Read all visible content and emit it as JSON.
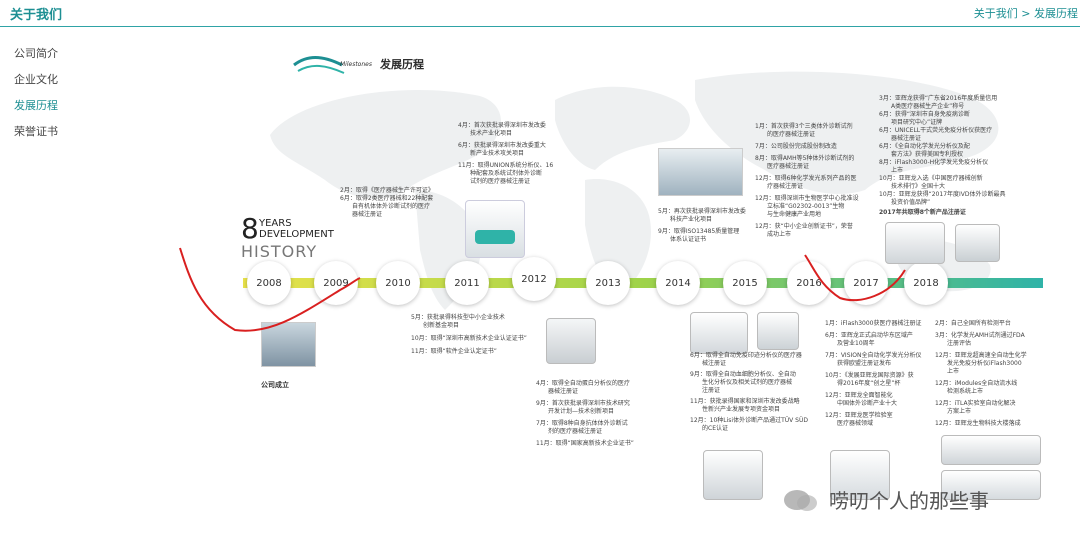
{
  "header": {
    "title": "关于我们",
    "breadcrumb_home": "关于我们",
    "breadcrumb_sep": ">",
    "breadcrumb_current": "发展历程"
  },
  "sidebar": {
    "items": [
      {
        "label": "公司简介"
      },
      {
        "label": "企业文化"
      },
      {
        "label": "发展历程"
      },
      {
        "label": "荣誉证书"
      }
    ],
    "active_color": "#1d8f93"
  },
  "milestones": {
    "en": "Milestones",
    "cn": "发展历程"
  },
  "years_logo": {
    "eight": "8",
    "line1": "YEARS",
    "line2": "DEVELOPMENT",
    "line3": "HISTORY"
  },
  "timeline": {
    "years": [
      "2008",
      "2009",
      "2010",
      "2011",
      "2012",
      "2013",
      "2014",
      "2015",
      "2016",
      "2017",
      "2018"
    ],
    "colors": {
      "start": "#e8e24a",
      "end": "#2fb3a8"
    }
  },
  "notes": {
    "y2008": [
      "公司成立"
    ],
    "y2009": [
      "2月：取得《医疗器械生产许可证》",
      "6月：取得2类医疗器械和22种配套",
      "　　自有机体体外诊断试剂的医疗",
      "　　器械注册证"
    ],
    "y2010": [
      "5月：获批录得科技型中小企业技术",
      "　　创新基金项目",
      "10月：取得“深圳市高新技术企业认证证书”",
      "11月：取得“软件企业认定证书”"
    ],
    "y2011": [
      "4月：首次获批录得深圳市发改委",
      "　　技术产业化项目",
      "6月：获批录得深圳市发改委重大",
      "　　新产业技术攻关项目",
      "11月：取得UNION系统分析仪、16",
      "　　种配套及系统试剂体外诊断",
      "　　试剂的医疗器械注册证"
    ],
    "y2012": [
      "4月：取得全自动蛋白分析仪的医疗",
      "　　器械注册证",
      "9月：首次获批录得深圳市技术研究",
      "　　开发计划—技术创新项目",
      "7月：取得8种自身抗体体外诊断试",
      "　　剂的医疗器械注册证",
      "11月：取得“国家高新技术企业证书”"
    ],
    "y2013": [
      "5月：再次获批录得深圳市发改委",
      "　　科技产业化项目",
      "9月：取得ISO13485质量管理",
      "　　体系认证证书"
    ],
    "y2014": [
      "6月：取得全自动免疫印迹分析仪的医疗器",
      "　　械注册证",
      "9月：取得全自动血细胞分析仪、全自动",
      "　　生化分析仪及相关试剂的医疗器械",
      "　　注册证",
      "11月：获批录得国家和深圳市发改委战略",
      "　　性新兴产业发展专项资金项目",
      "12月：10种Lisi体外诊断产品通过TÜV SÜD",
      "　　的CE认证"
    ],
    "y2015": [
      "1月：首次获得3个三类体外诊断试剂",
      "　　的医疗器械注册证",
      "7月：公司股份完成股份制改造",
      "8月：取得AMH等5种体外诊断试剂的",
      "　　医疗器械注册证",
      "12月：取得6种化学发光系列产品的医",
      "　　疗器械注册证",
      "12月：取得深圳市生物医学中心批准设",
      "　　立标准“G02302-0013”生物",
      "　　与生命健康产业用地",
      "12月：获“中小企业创新证书”，荣誉",
      "　　成功上市"
    ],
    "y2016": [
      "1月：iFlash3000获医疗器械注册证",
      "6月：亚辉龙正式启动华东区域产",
      "　　及营业10周年",
      "7月：VISION全自动化学发光分析仪",
      "　　获得欧盟注册证发布",
      "10月：《发展亚辉龙国际资源》获",
      "　　得2016年度“创之星”杯",
      "12月：亚辉龙全面智能化",
      "　　中国体外诊断产业十大",
      "12月：亚辉龙医学检验室",
      "　　医疗器械领域"
    ],
    "y2017": [
      "3月：亚辉龙获得“广东省2016年度质量信用",
      "　　A类医疗器械生产企业”称号",
      "6月：获得“深圳市自身免疫病诊断",
      "　　项目研究中心”证牌",
      "6月：UNICELL干式荧光免疫分析仪获医疗",
      "　　器械注册证",
      "6月：《全自动化学发光分析仪及配",
      "　　套方法》获得美国专利授权",
      "8月：iFlash3000-H化学发光免疫分析仪",
      "　　上市",
      "10月：亚辉龙入选《中国医疗器械创新",
      "　　技术排行》全国十大",
      "10月：亚辉龙获得“2017年度IVD体外诊断最具",
      "　　投资价值品牌”",
      "2017年共取得8个新产品注册证"
    ],
    "y2018": [
      "2月：自己全国所有检测平台",
      "3月：化学发光AMH试剂通过FDA",
      "　　注册评估",
      "12月：亚辉龙超高速全自动生化学",
      "　　发光免疫分析仪iFlash3000",
      "　　上市",
      "12月：iModules全自动流水线",
      "　　检测系统上市",
      "12月：iTLA实验室自动化解决",
      "　　方案上市",
      "12月：亚辉龙生物科技大楼落成"
    ]
  },
  "watermark": "唠叨个人的那些事"
}
